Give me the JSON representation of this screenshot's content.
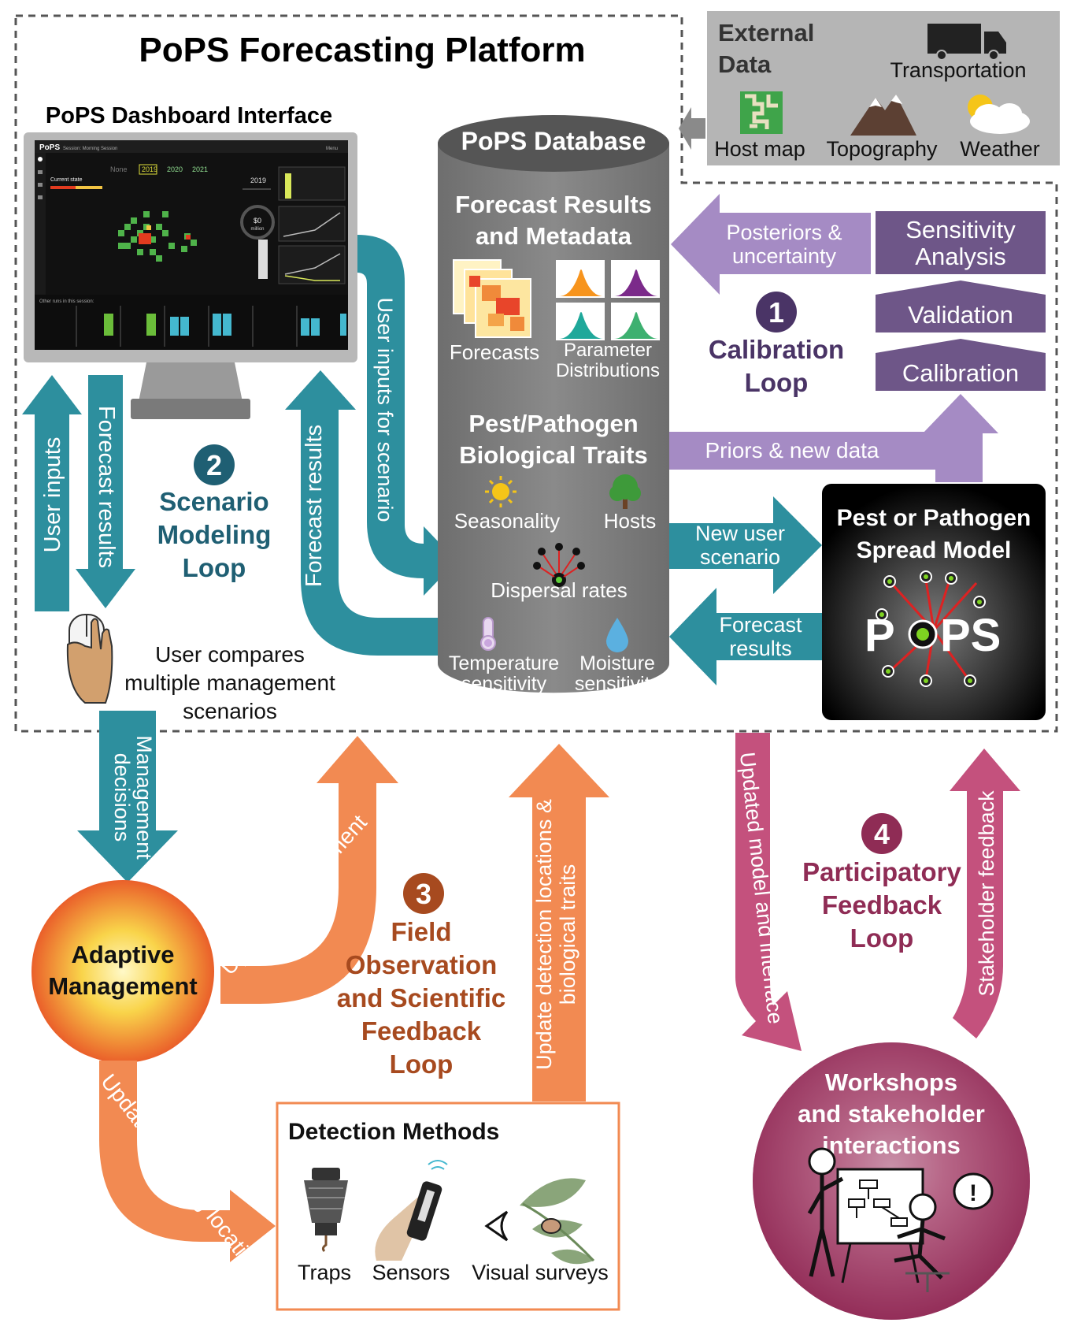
{
  "platform": {
    "title": "PoPS Forecasting Platform",
    "dashboard_label": "PoPS Dashboard Interface"
  },
  "dashboard": {
    "logo": "PoPS",
    "session": "Session: Morning Session",
    "menu": "Menu",
    "years": [
      "None",
      "2019",
      "2020",
      "2021"
    ],
    "current_state": "Current state",
    "year_display": "2019",
    "gauge_value": "$0",
    "gauge_unit": "million",
    "other_runs": "Other runs in this session:"
  },
  "external_data": {
    "title_line1": "External",
    "title_line2": "Data",
    "transportation": "Transportation",
    "host_map": "Host map",
    "topography": "Topography",
    "weather": "Weather"
  },
  "database": {
    "title": "PoPS Database",
    "forecast_results_line1": "Forecast Results",
    "forecast_results_line2": "and Metadata",
    "forecasts": "Forecasts",
    "parameter_line1": "Parameter",
    "parameter_line2": "Distributions",
    "traits_line1": "Pest/Pathogen",
    "traits_line2": "Biological Traits",
    "seasonality": "Seasonality",
    "hosts": "Hosts",
    "dispersal": "Dispersal rates",
    "temp_line1": "Temperature",
    "temp_line2": "sensitivity",
    "moist_line1": "Moisture",
    "moist_line2": "sensitivity"
  },
  "calibration": {
    "number": "1",
    "label_line1": "Calibration",
    "label_line2": "Loop",
    "posteriors_line1": "Posteriors &",
    "posteriors_line2": "uncertainty",
    "sensitivity_line1": "Sensitivity",
    "sensitivity_line2": "Analysis",
    "validation": "Validation",
    "calibration_box": "Calibration",
    "priors": "Priors & new data"
  },
  "spread_model": {
    "title_line1": "Pest or Pathogen",
    "title_line2": "Spread Model",
    "logo_p1": "P",
    "logo_ps": "PS"
  },
  "scenario_loop": {
    "number": "2",
    "label_line1": "Scenario",
    "label_line2": "Modeling",
    "label_line3": "Loop",
    "user_inputs": "User inputs",
    "forecast_results_down": "Forecast results",
    "forecast_results_up": "Forecast results",
    "user_inputs_scenario": "User inputs for scenario",
    "new_scenario_line1": "New user",
    "new_scenario_line2": "scenario",
    "forecast_back_line1": "Forecast",
    "forecast_back_line2": "results",
    "compare_line1": "User compares",
    "compare_line2": "multiple management",
    "compare_line3": "scenarios"
  },
  "field_loop": {
    "number": "3",
    "label_line1": "Field",
    "label_line2": "Observation",
    "label_line3": "and Scientific",
    "label_line4": "Feedback",
    "label_line5": "Loop",
    "management_line1": "Management",
    "management_line2": "decisions",
    "update_management": "Update management",
    "update_sampling": "Update sampling locations",
    "update_detection_line1": "Update detection locations &",
    "update_detection_line2": "biological traits",
    "adaptive_line1": "Adaptive",
    "adaptive_line2": "Management",
    "detection_title": "Detection Methods",
    "traps": "Traps",
    "sensors": "Sensors",
    "visual": "Visual surveys"
  },
  "participatory_loop": {
    "number": "4",
    "label_line1": "Participatory",
    "label_line2": "Feedback",
    "label_line3": "Loop",
    "updated_model": "Updated model and interface",
    "stakeholder_feedback": "Stakeholder feedback",
    "workshops_line1": "Workshops",
    "workshops_line2": "and stakeholder",
    "workshops_line3": "interactions"
  },
  "colors": {
    "teal": "#2d8f9e",
    "teal_dark": "#24667a",
    "purple": "#9b7bb5",
    "purple_dark": "#6e5688",
    "purple_text": "#4a3466",
    "orange": "#f28a52",
    "orange_text": "#a74a1f",
    "magenta": "#c4517d",
    "magenta_text": "#8f2c55",
    "gray_db": "#7c7c7c",
    "gray_ext": "#b5b5b5"
  }
}
